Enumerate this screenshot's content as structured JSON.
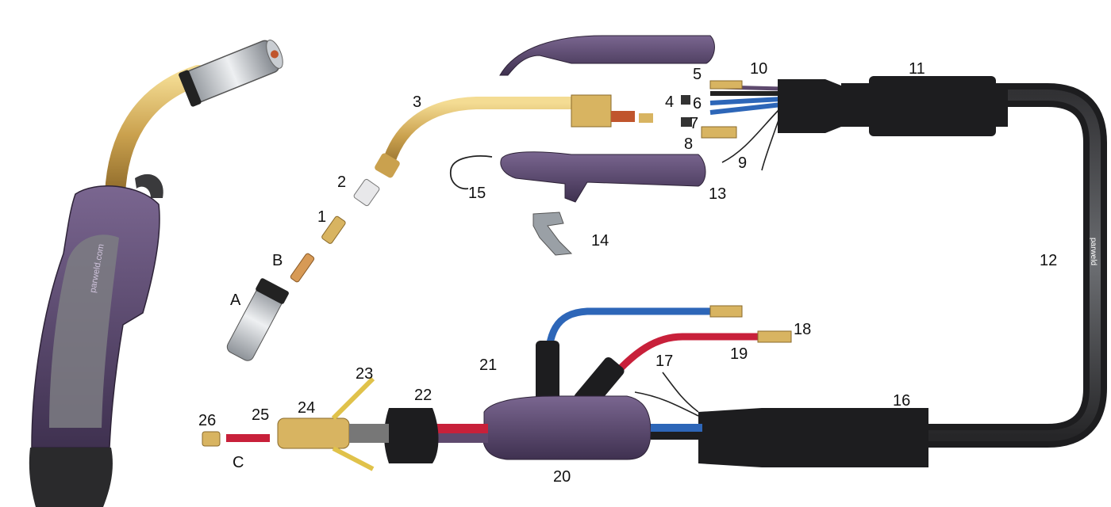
{
  "labels": {
    "A": "A",
    "B": "B",
    "C": "C",
    "n1": "1",
    "n2": "2",
    "n3": "3",
    "n4": "4",
    "n5": "5",
    "n6": "6",
    "n7": "7",
    "n8": "8",
    "n9": "9",
    "n10": "10",
    "n11": "11",
    "n12": "12",
    "n13": "13",
    "n14": "14",
    "n15": "15",
    "n16": "16",
    "n17": "17",
    "n18": "18",
    "n19": "19",
    "n20": "20",
    "n21": "21",
    "n22": "22",
    "n23": "23",
    "n24": "24",
    "n25": "25",
    "n26": "26"
  },
  "branding": {
    "handle_text": "parweld.com",
    "cable_text": "parweld"
  },
  "colors": {
    "purple": "#5e4a6e",
    "purple_dark": "#3f3150",
    "gray_grip": "#7d7d82",
    "brass": "#d8b461",
    "copper": "#d79a56",
    "cable_black": "#1d1d1f",
    "hose_blue": "#2d66b8",
    "hose_red": "#c8203a",
    "silver": "#cfd3d8"
  }
}
